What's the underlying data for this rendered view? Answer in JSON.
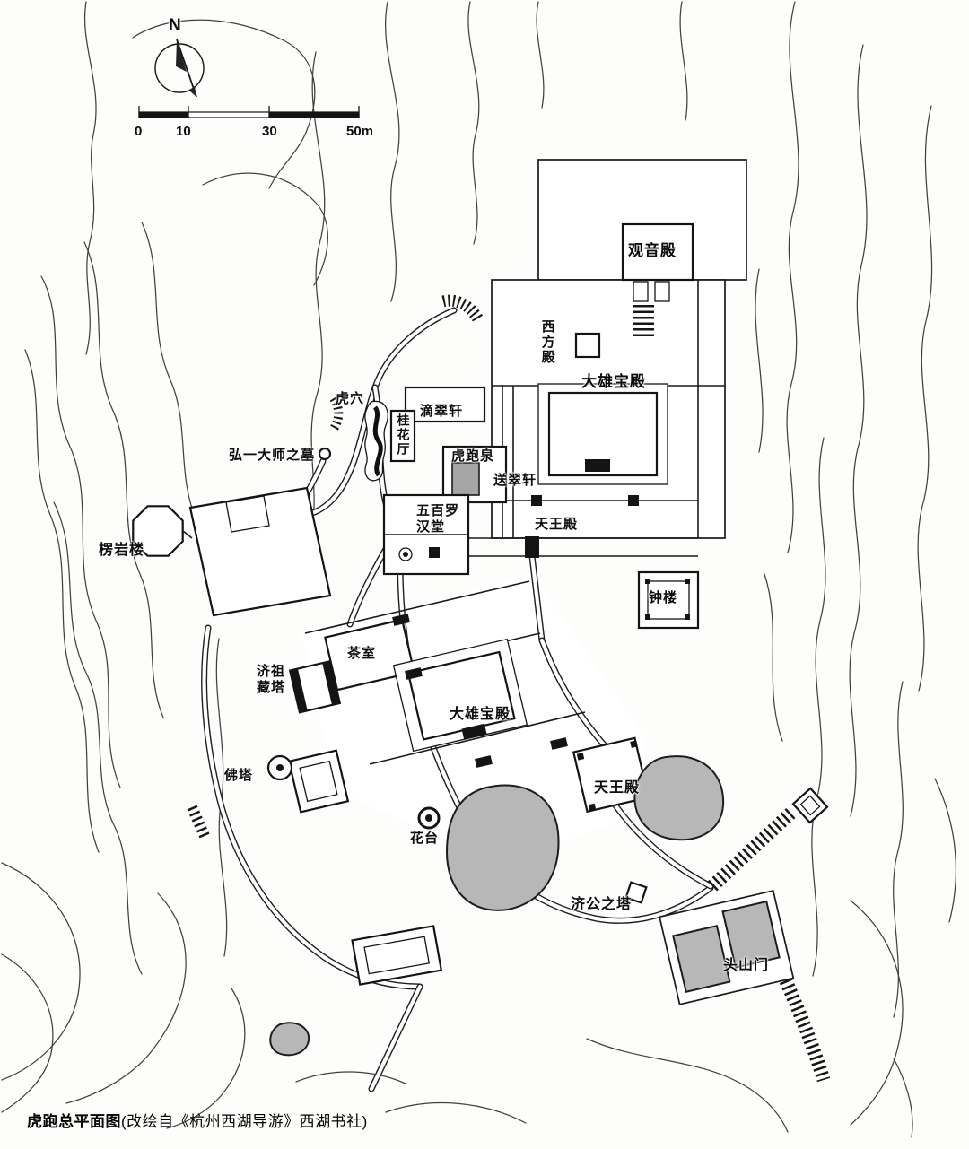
{
  "compass": {
    "north_label": "N"
  },
  "scale_bar": {
    "ticks": [
      "0",
      "10",
      "30",
      "50m"
    ]
  },
  "map_labels": {
    "guanyin_hall": "观音殿",
    "western_hall": "西方殿",
    "mahavira_hall_upper": "大雄宝殿",
    "tiger_cave": "虎穴",
    "dicui_pavilion": "滴翠轩",
    "osmanthus_hall": "桂花厅",
    "master_hongyi_tomb": "弘一大师之墓",
    "hupao_spring": "虎跑泉",
    "songcui_pavilion": "送翠轩",
    "arhats_hall": "五百罗汉堂",
    "heavenly_kings_hall_upper": "天王殿",
    "lengyan_tower": "楞岩楼",
    "bell_tower": "钟楼",
    "tea_room": "茶室",
    "jizu_stupa": "济祖藏塔",
    "mahavira_hall_lower": "大雄宝殿",
    "buddhist_pagoda": "佛塔",
    "heavenly_kings_hall_lower": "天王殿",
    "flower_terrace": "花台",
    "jigong_pagoda": "济公之塔",
    "toushan_gate": "头山门"
  },
  "caption": {
    "bold": "虎跑总平面图",
    "rest": "(改绘自《杭州西湖导游》西湖书社)"
  }
}
